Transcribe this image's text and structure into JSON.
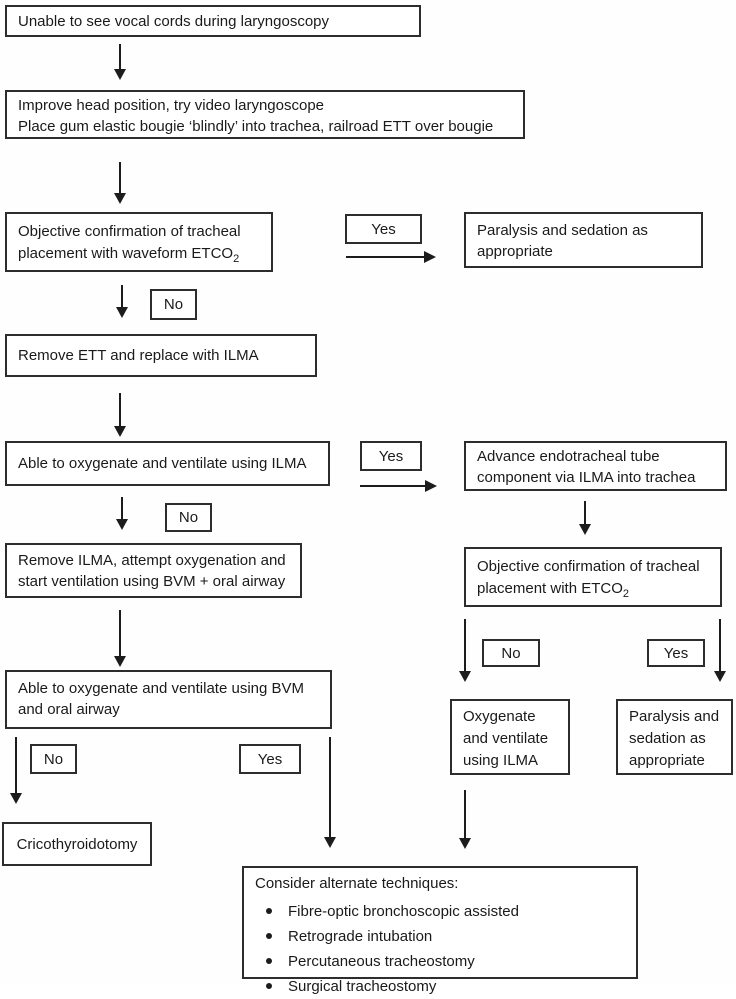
{
  "labels": {
    "yes": "Yes",
    "no": "No"
  },
  "nodes": {
    "unable": {
      "text": "Unable to see vocal cords during laryngoscopy"
    },
    "improve": {
      "line1": "Improve head position, try video laryngoscope",
      "line2": "Place gum elastic bougie ‘blindly’ into trachea, railroad ETT over bougie"
    },
    "confirm_waveform": {
      "line1": "Objective confirmation of tracheal",
      "line2_main": "placement with waveform ETCO",
      "line2_sub": "2"
    },
    "paralysis_top": {
      "line1": "Paralysis and sedation as",
      "line2": "appropriate"
    },
    "remove_ett": {
      "text": "Remove ETT and replace with ILMA"
    },
    "able_ilma": {
      "text": "Able to oxygenate and ventilate using ILMA"
    },
    "advance_ett": {
      "line1": "Advance endotracheal tube",
      "line2": "component via ILMA into trachea"
    },
    "remove_ilma": {
      "line1": "Remove ILMA, attempt oxygenation and",
      "line2": "start ventilation using BVM + oral airway"
    },
    "confirm_etco2": {
      "line1": "Objective confirmation of tracheal",
      "line2_main": "placement with ETCO",
      "line2_sub": "2"
    },
    "able_bvm": {
      "line1": "Able to oxygenate and ventilate using BVM",
      "line2": "and oral airway"
    },
    "oxygenate_ilma": {
      "line1": "Oxygenate",
      "line2": "and ventilate",
      "line3": "using ILMA"
    },
    "paralysis_bottom": {
      "line1": "Paralysis and",
      "line2": "sedation as",
      "line3": "appropriate"
    },
    "cricothyroidotomy": {
      "text": "Cricothyroidotomy"
    },
    "consider": {
      "title": "Consider alternate techniques:",
      "items": [
        "Fibre-optic bronchoscopic assisted",
        "Retrograde intubation",
        "Percutaneous tracheostomy",
        "Surgical tracheostomy"
      ]
    }
  }
}
